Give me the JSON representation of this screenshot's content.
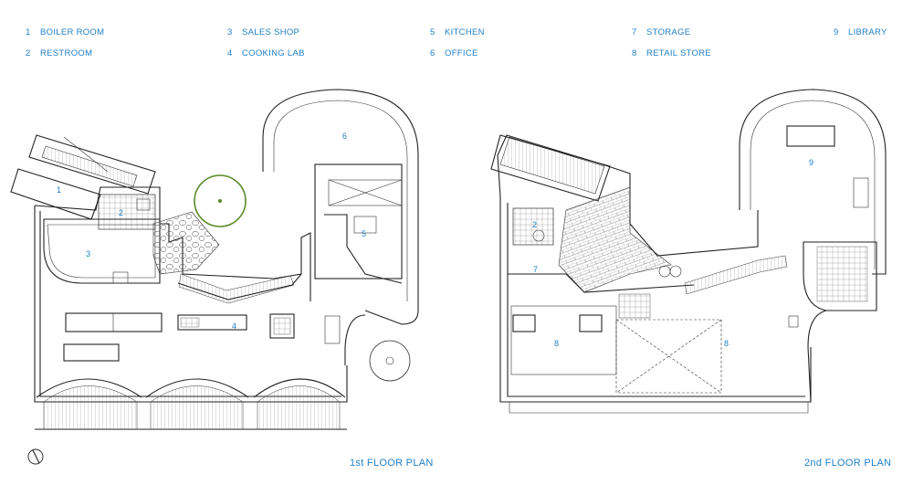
{
  "legend": [
    {
      "num": "1",
      "label": "BOILER ROOM"
    },
    {
      "num": "2",
      "label": "RESTROOM"
    },
    {
      "num": "3",
      "label": "SALES SHOP"
    },
    {
      "num": "4",
      "label": "COOKING LAB"
    },
    {
      "num": "5",
      "label": "KITCHEN"
    },
    {
      "num": "6",
      "label": "OFFICE"
    },
    {
      "num": "7",
      "label": "STORAGE"
    },
    {
      "num": "8",
      "label": "RETAIL STORE"
    },
    {
      "num": "9",
      "label": "LIBRARY"
    }
  ],
  "plans": {
    "first": {
      "title": "1st FLOOR PLAN",
      "rooms": [
        "1",
        "2",
        "3",
        "4",
        "5",
        "6"
      ]
    },
    "second": {
      "title": "2nd FLOOR PLAN",
      "rooms": [
        "2",
        "7",
        "8",
        "8",
        "9"
      ]
    }
  },
  "colors": {
    "label": "#1f7fc9",
    "line": "#222222",
    "tree": "#5a8a2a"
  },
  "icons": {
    "north_arrow": "north-arrow-icon"
  }
}
